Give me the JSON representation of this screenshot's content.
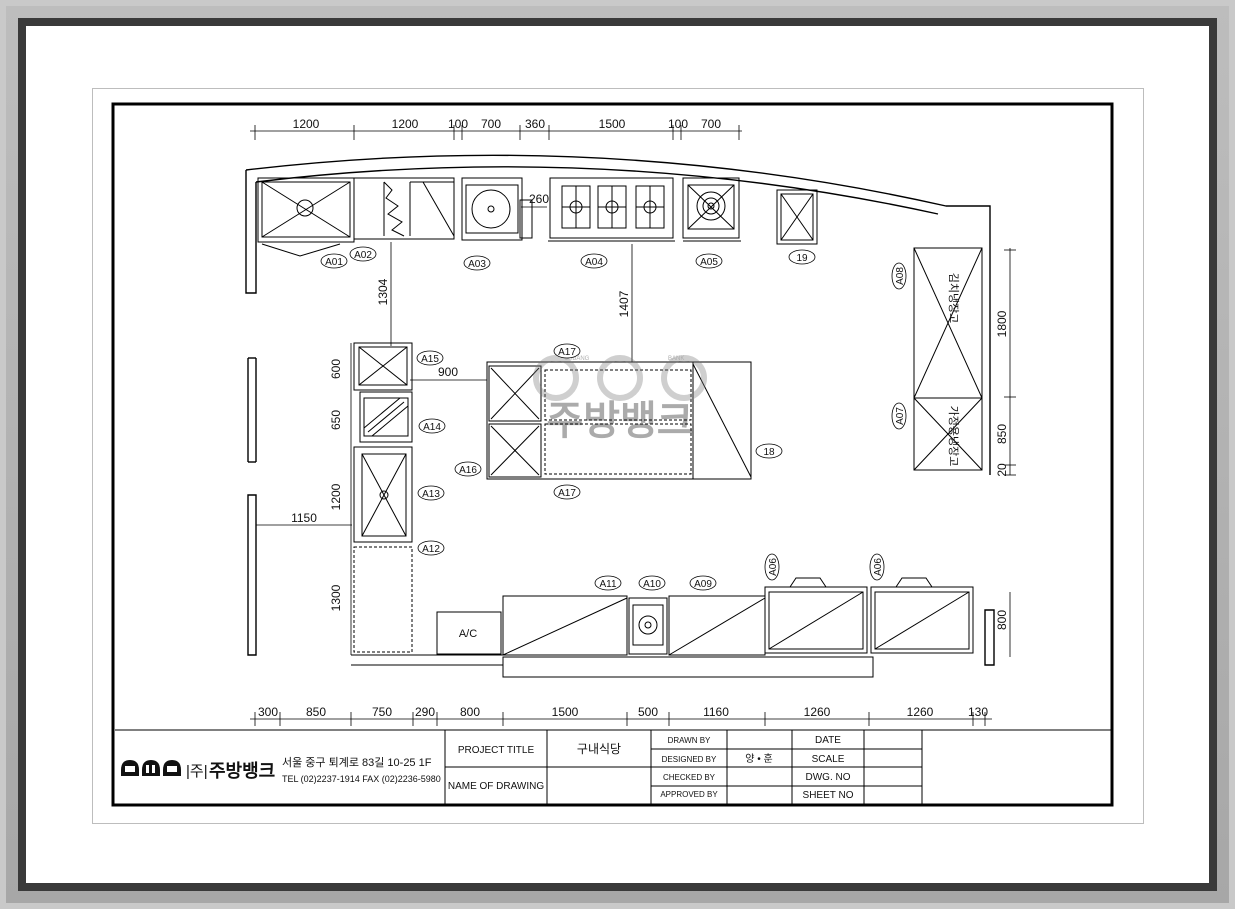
{
  "dimensions_top": [
    "1200",
    "1200",
    "100",
    "700",
    "360",
    "1500",
    "100",
    "700"
  ],
  "dimensions_bottom": [
    "300",
    "850",
    "750",
    "290",
    "800",
    "1500",
    "500",
    "1160",
    "1260",
    "1260",
    "130"
  ],
  "dimensions_left": [
    "600",
    "650",
    "1200",
    "1300"
  ],
  "dimensions_right": [
    "1800",
    "850",
    "20",
    "800"
  ],
  "dimensions_inner": {
    "d1304": "1304",
    "d1407": "1407",
    "d900": "900",
    "d1150": "1150",
    "d260": "260"
  },
  "equipment_tags": {
    "a01": "A01",
    "a02": "A02",
    "a03": "A03",
    "a04": "A04",
    "a05": "A05",
    "t19": "19",
    "a08": "A08",
    "a07": "A07",
    "a15": "A15",
    "a14": "A14",
    "a13": "A13",
    "a12": "A12",
    "a16": "A16",
    "a17_top": "A17",
    "a17_bottom": "A17",
    "t18": "18",
    "a11": "A11",
    "a10": "A10",
    "a09": "A09",
    "a06_1": "A06",
    "a06_2": "A06"
  },
  "fridge_labels": {
    "kimchi": "김치냉장고",
    "hybrid": "가정용냉장고"
  },
  "ac_label": "A/C",
  "watermark": {
    "line1": "JUBANG",
    "line2": "BANK",
    "korean": "주방뱅크"
  },
  "company": {
    "name": "주방뱅크",
    "bracket": "|주|",
    "address": "서울 중구 퇴계로 83길 10-25 1F",
    "contact": "TEL (02)2237-1914 FAX (02)2236-5980"
  },
  "title_block": {
    "project_title_label": "PROJECT TITLE",
    "project_title_value": "구내식당",
    "name_of_drawing_label": "NAME OF DRAWING",
    "drawn_by": "DRAWN BY",
    "designed_by": "DESIGNED BY",
    "designed_by_value": "양 • 훈",
    "checked_by": "CHECKED BY",
    "approved_by": "APPROVED BY",
    "date": "DATE",
    "scale": "SCALE",
    "dwg_no": "DWG. NO",
    "sheet_no": "SHEET NO"
  }
}
